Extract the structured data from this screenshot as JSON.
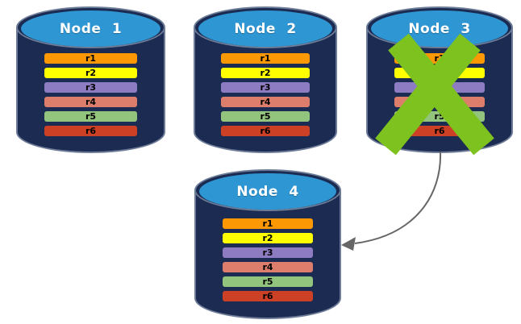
{
  "nodes": [
    {
      "id": "node-1",
      "label": "Node 1",
      "status": "ok"
    },
    {
      "id": "node-2",
      "label": "Node 2",
      "status": "ok"
    },
    {
      "id": "node-3",
      "label": "Node 3",
      "status": "failed"
    },
    {
      "id": "node-4",
      "label": "Node 4",
      "status": "ok"
    }
  ],
  "rows": [
    "r1",
    "r2",
    "r3",
    "r4",
    "r5",
    "r6"
  ],
  "row_colors": [
    "#FB9803",
    "#FFFF00",
    "#8E7CC3",
    "#DC7E6B",
    "#93C47D",
    "#CC4125"
  ],
  "colors": {
    "background": "#FFFFFF",
    "cylinder_body": "#1B2B52",
    "cylinder_top": "#2E96D3",
    "outline": "#9AA7BD",
    "node_label": "#FFFFFF",
    "row_label": "#000000",
    "failure_x": "#7DC21E",
    "arrow": "#666666"
  },
  "icons": {
    "failure_marker": "x-mark-icon",
    "failover_arrow": "curved-arrow-icon"
  }
}
